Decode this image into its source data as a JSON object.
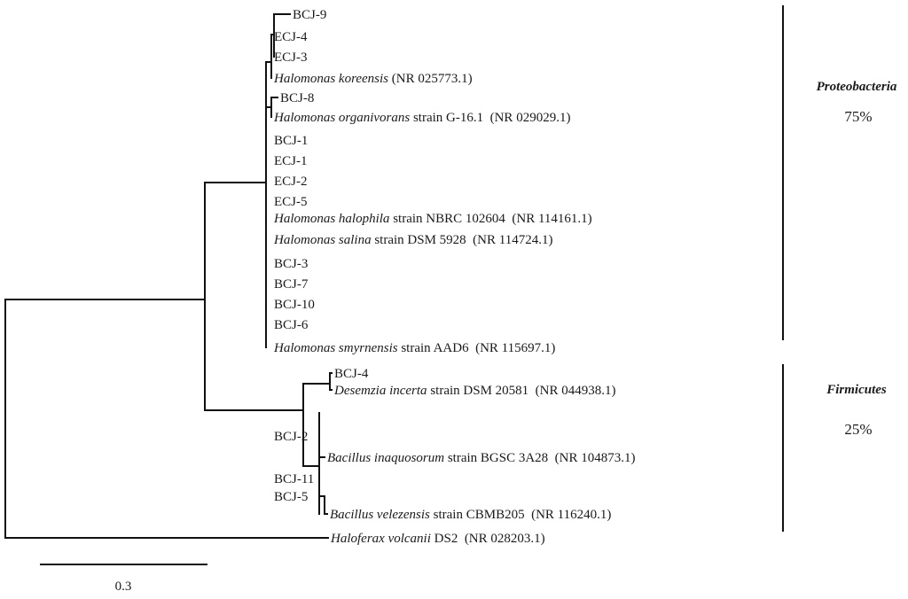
{
  "taxa": [
    {
      "id": "bcj9",
      "parts": [
        {
          "text": "BCJ-9",
          "italic": false
        }
      ]
    },
    {
      "id": "ecj4",
      "parts": [
        {
          "text": "ECJ-4",
          "italic": false
        }
      ]
    },
    {
      "id": "ecj3",
      "parts": [
        {
          "text": "ECJ-3",
          "italic": false
        }
      ]
    },
    {
      "id": "h_koreensis",
      "parts": [
        {
          "text": "Halomonas koreensis",
          "italic": true
        },
        {
          "text": " (NR 025773.1)",
          "italic": false
        }
      ]
    },
    {
      "id": "bcj8",
      "parts": [
        {
          "text": "BCJ-8",
          "italic": false
        }
      ]
    },
    {
      "id": "h_organivorans",
      "parts": [
        {
          "text": "Halomonas organivorans",
          "italic": true
        },
        {
          "text": " strain G-16.1  (NR 029029.1)",
          "italic": false
        }
      ]
    },
    {
      "id": "bcj1",
      "parts": [
        {
          "text": "BCJ-1",
          "italic": false
        }
      ]
    },
    {
      "id": "ecj1",
      "parts": [
        {
          "text": "ECJ-1",
          "italic": false
        }
      ]
    },
    {
      "id": "ecj2",
      "parts": [
        {
          "text": "ECJ-2",
          "italic": false
        }
      ]
    },
    {
      "id": "ecj5",
      "parts": [
        {
          "text": "ECJ-5",
          "italic": false
        }
      ]
    },
    {
      "id": "h_halophila",
      "parts": [
        {
          "text": "Halomonas halophila",
          "italic": true
        },
        {
          "text": " strain NBRC 102604  (NR 114161.1)",
          "italic": false
        }
      ]
    },
    {
      "id": "h_salina",
      "parts": [
        {
          "text": "Halomonas salina",
          "italic": true
        },
        {
          "text": " strain DSM 5928  (NR 114724.1)",
          "italic": false
        }
      ]
    },
    {
      "id": "bcj3",
      "parts": [
        {
          "text": "BCJ-3",
          "italic": false
        }
      ]
    },
    {
      "id": "bcj7",
      "parts": [
        {
          "text": "BCJ-7",
          "italic": false
        }
      ]
    },
    {
      "id": "bcj10",
      "parts": [
        {
          "text": "BCJ-10",
          "italic": false
        }
      ]
    },
    {
      "id": "bcj6",
      "parts": [
        {
          "text": "BCJ-6",
          "italic": false
        }
      ]
    },
    {
      "id": "h_smyrnensis",
      "parts": [
        {
          "text": "Halomonas smyrnensis",
          "italic": true
        },
        {
          "text": " strain AAD6  (NR 115697.1)",
          "italic": false
        }
      ]
    },
    {
      "id": "bcj4",
      "parts": [
        {
          "text": "BCJ-4",
          "italic": false
        }
      ]
    },
    {
      "id": "d_incerta",
      "parts": [
        {
          "text": "Desemzia incerta",
          "italic": true
        },
        {
          "text": " strain DSM 20581  (NR 044938.1)",
          "italic": false
        }
      ]
    },
    {
      "id": "bcj2",
      "parts": [
        {
          "text": "BCJ-2",
          "italic": false
        }
      ]
    },
    {
      "id": "b_inaquosorum",
      "parts": [
        {
          "text": "Bacillus inaquosorum",
          "italic": true
        },
        {
          "text": " strain BGSC 3A28  (NR 104873.1)",
          "italic": false
        }
      ]
    },
    {
      "id": "bcj11",
      "parts": [
        {
          "text": "BCJ-11",
          "italic": false
        }
      ]
    },
    {
      "id": "bcj5",
      "parts": [
        {
          "text": "BCJ-5",
          "italic": false
        }
      ]
    },
    {
      "id": "b_velezensis",
      "parts": [
        {
          "text": "Bacillus velezensis",
          "italic": true
        },
        {
          "text": " strain CBMB205  (NR 116240.1)",
          "italic": false
        }
      ]
    },
    {
      "id": "h_volcanii",
      "parts": [
        {
          "text": "Haloferax volcanii",
          "italic": true
        },
        {
          "text": " DS2  (NR 028203.1)",
          "italic": false
        }
      ]
    }
  ],
  "groups": [
    {
      "id": "proteobacteria",
      "name": "Proteobacteria",
      "percent": "75%"
    },
    {
      "id": "firmicutes",
      "name": "Firmicutes",
      "percent": "25%"
    }
  ],
  "scale_bar": {
    "label": "0.3"
  }
}
